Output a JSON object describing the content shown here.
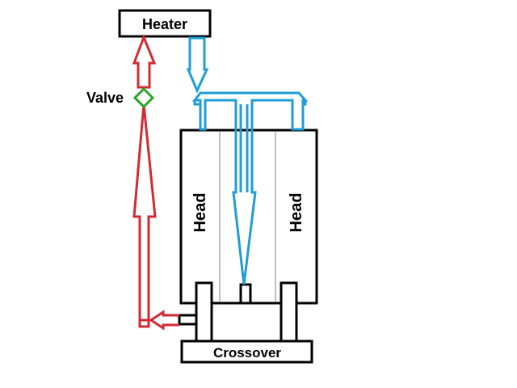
{
  "labels": {
    "heater": "Heater",
    "valve": "Valve",
    "head_left": "Head",
    "head_right": "Head",
    "crossover": "Crossover"
  },
  "colors": {
    "outline": "#000000",
    "hot_line": "#d42a33",
    "cool_line": "#1e9dd6",
    "valve": "#2aa52a",
    "divider": "#c0c0c0",
    "background": "#ffffff"
  }
}
